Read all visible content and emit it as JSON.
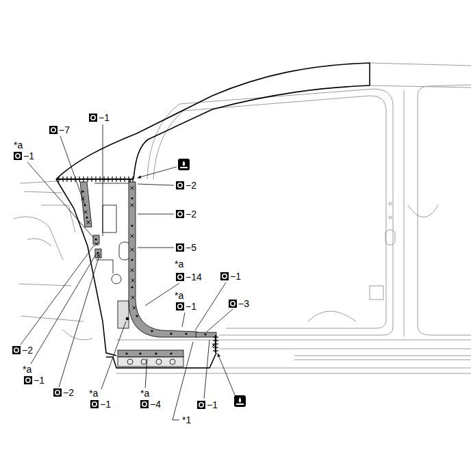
{
  "diagram": {
    "labels": [
      "−1",
      "−7",
      "*a",
      "−1",
      "−2",
      "−2",
      "−5",
      "*a",
      "−14",
      "−1",
      "*a",
      "−1",
      "−3",
      "−2",
      "*a",
      "−1",
      "−2",
      "*a",
      "−1",
      "*a",
      "−4",
      "−1",
      "*1"
    ]
  }
}
